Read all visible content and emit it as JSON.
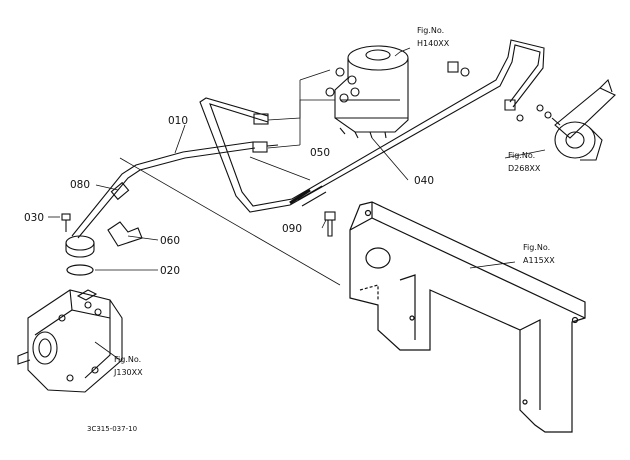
{
  "drawing_code": "3C315-037-10",
  "parts": [
    {
      "id": "p010",
      "label": "010"
    },
    {
      "id": "p020",
      "label": "020"
    },
    {
      "id": "p030",
      "label": "030"
    },
    {
      "id": "p040",
      "label": "040"
    },
    {
      "id": "p050",
      "label": "050"
    },
    {
      "id": "p060",
      "label": "060"
    },
    {
      "id": "p080",
      "label": "080"
    },
    {
      "id": "p090",
      "label": "090"
    }
  ],
  "figure_refs": [
    {
      "id": "h140",
      "title": "Fig.No.",
      "number": "H140XX"
    },
    {
      "id": "d268",
      "title": "Fig.No.",
      "number": "D268XX"
    },
    {
      "id": "a115",
      "title": "Fig.No.",
      "number": "A115XX"
    },
    {
      "id": "j130",
      "title": "Fig.No.",
      "number": "J130XX"
    }
  ]
}
